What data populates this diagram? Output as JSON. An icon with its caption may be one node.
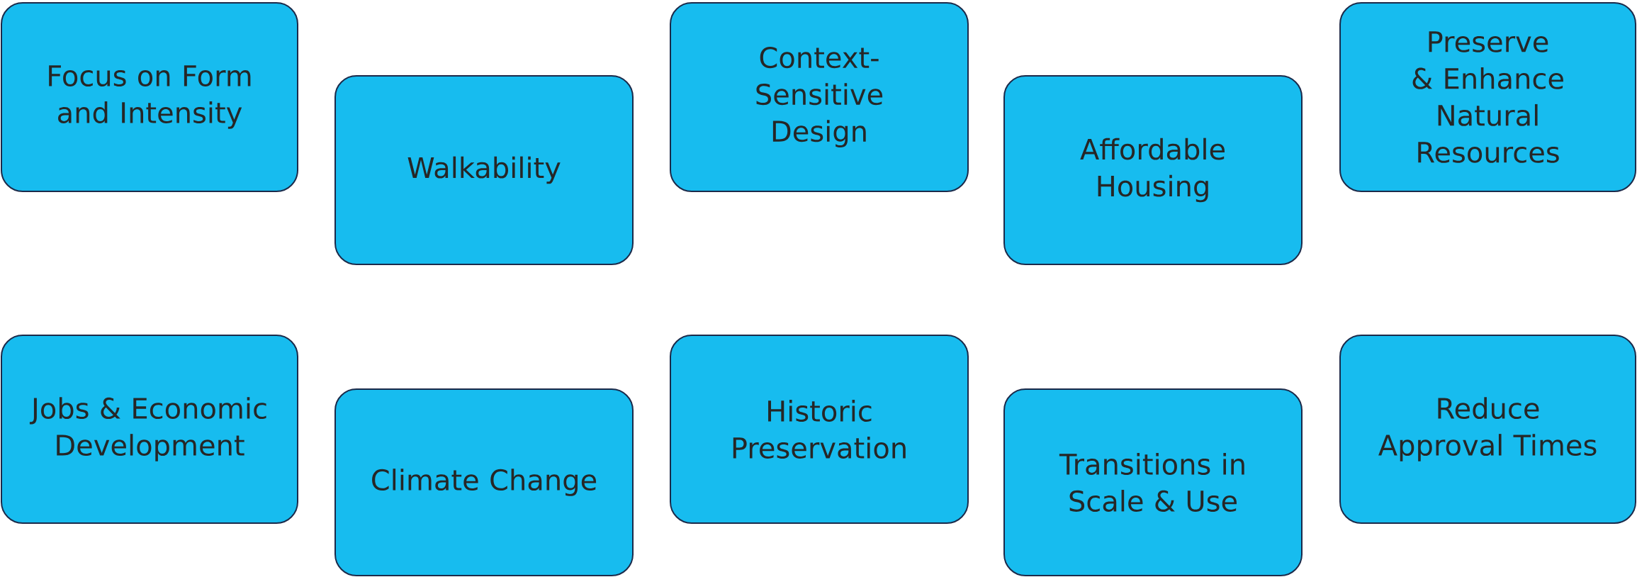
{
  "diagram": {
    "nodes": [
      {
        "text": [
          "Focus on Form and Intensity"
        ]
      },
      {
        "text": [
          "Walkability"
        ]
      },
      {
        "text": [
          "Context-Sensitive Design"
        ]
      },
      {
        "text": [
          "Affordable Housing"
        ]
      },
      {
        "text": [
          "Preserve & Enhance Natural Resources"
        ]
      },
      {
        "text": [
          "Jobs & Economic Development"
        ]
      },
      {
        "text": [
          "Climate Change"
        ]
      },
      {
        "text": [
          "Historic Preservation"
        ]
      },
      {
        "text": [
          "Transitions in Scale & Use"
        ]
      },
      {
        "text": [
          "Reduce Approval Times"
        ]
      }
    ]
  }
}
